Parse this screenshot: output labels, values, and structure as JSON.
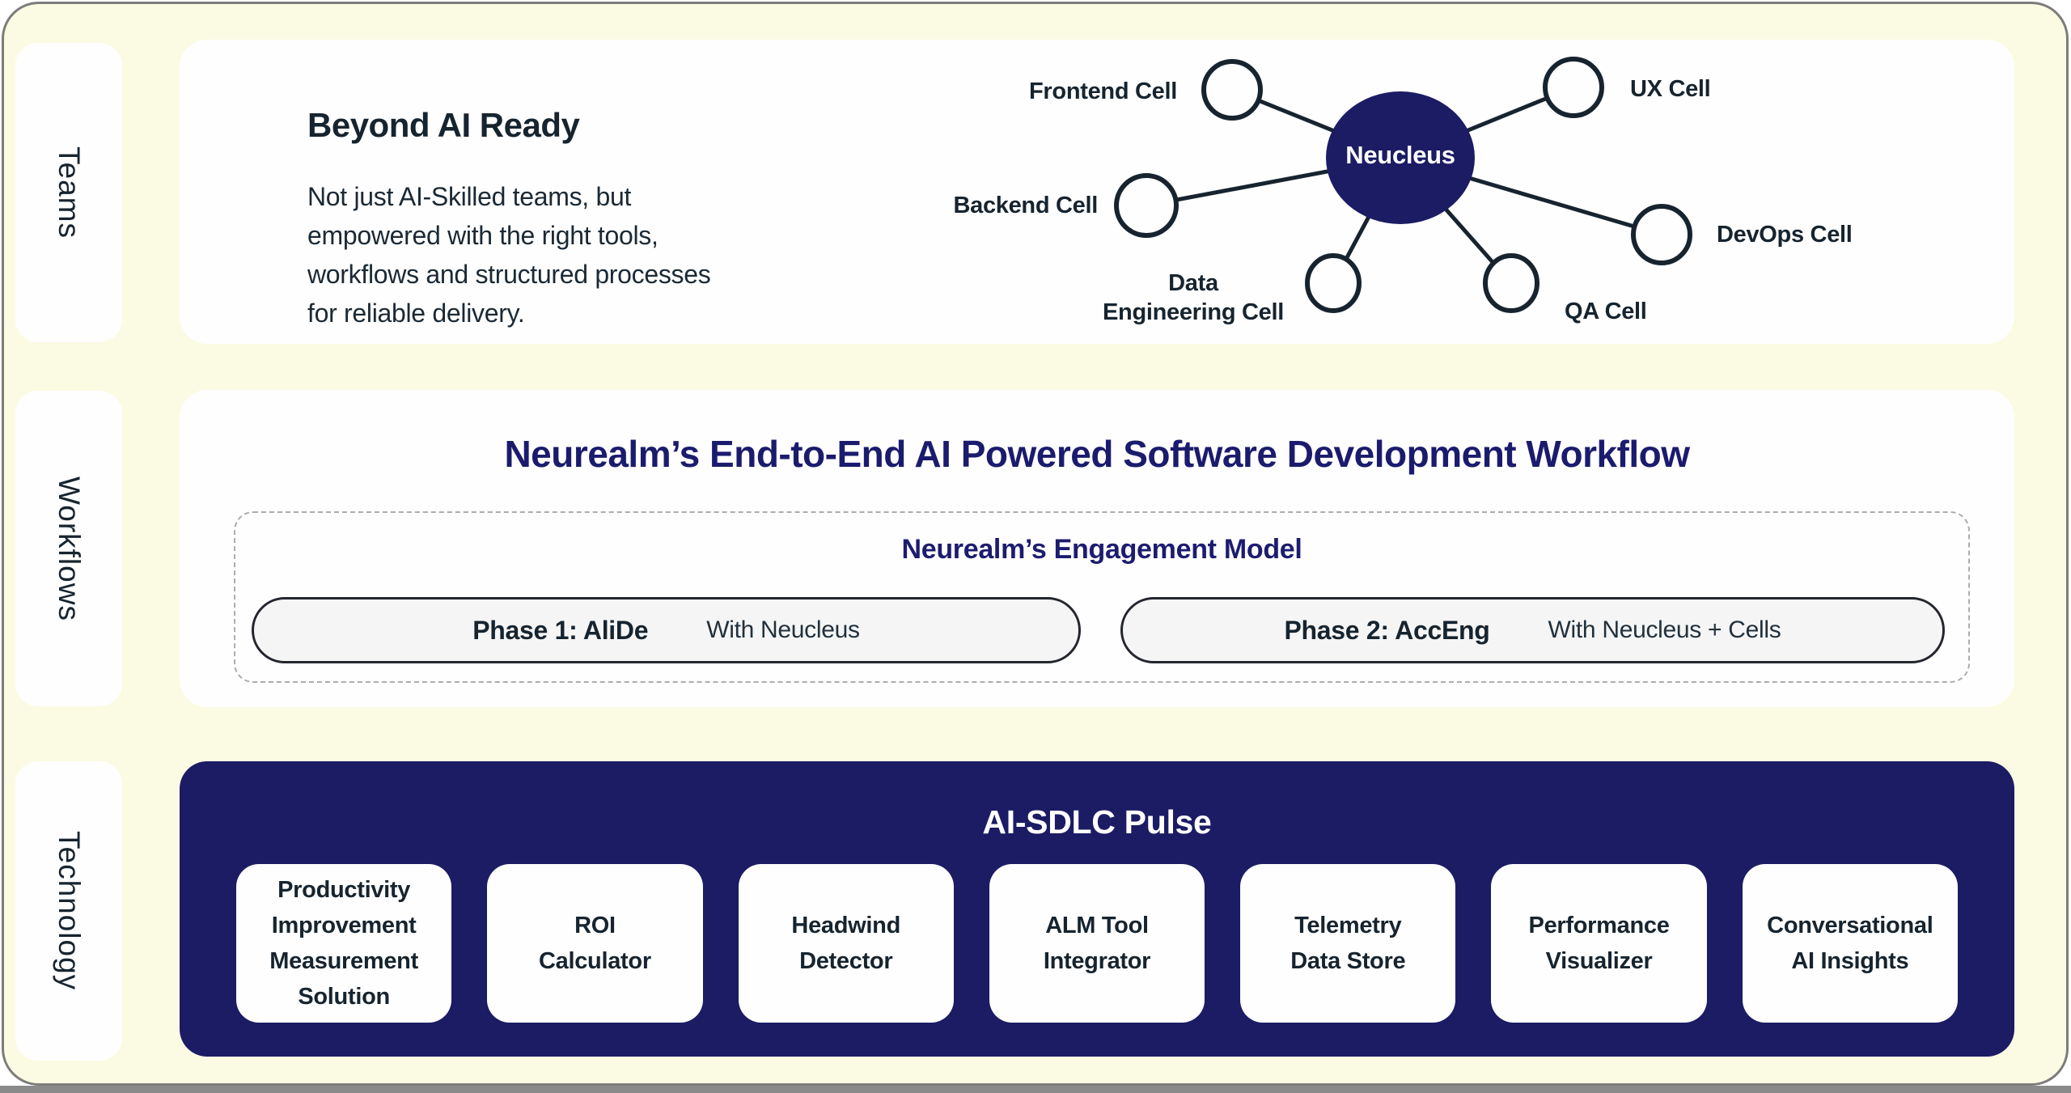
{
  "colors": {
    "background_yellow": "#FBFBE3",
    "panel_white": "#FEFEFE",
    "brand_navy": "#1B1C64",
    "title_navy": "#1B1B6E",
    "ink_dark": "#16242F",
    "pill_background": "#F5F5F5",
    "pill_border": "#24262E",
    "dashed_border": "#ADADAD",
    "frame_border": "#7C7C7C"
  },
  "sidebar": {
    "items": [
      {
        "label": "Teams"
      },
      {
        "label": "Workflows"
      },
      {
        "label": "Technology"
      }
    ]
  },
  "teams": {
    "heading": "Beyond AI Ready",
    "body": "Not just AI-Skilled teams, but\nempowered with the right tools,\nworkflows and structured processes\nfor reliable delivery.",
    "network": {
      "hub_label": "Neucleus",
      "cells": [
        {
          "label": "Frontend Cell"
        },
        {
          "label": "UX Cell"
        },
        {
          "label": "Backend Cell"
        },
        {
          "label": "DevOps Cell"
        },
        {
          "label": "Data\nEngineering Cell"
        },
        {
          "label": "QA Cell"
        }
      ]
    }
  },
  "workflows": {
    "title": "Neurealm’s End-to-End AI Powered Software Development Workflow",
    "engagement": {
      "title": "Neurealm’s Engagement Model",
      "phases": [
        {
          "name": "Phase 1: AliDe",
          "detail": "With Neucleus"
        },
        {
          "name": "Phase 2: AccEng",
          "detail": "With Neucleus + Cells"
        }
      ]
    }
  },
  "technology": {
    "title": "AI-SDLC Pulse",
    "cards": [
      {
        "label": "Productivity\nImprovement\nMeasurement\nSolution"
      },
      {
        "label": "ROI\nCalculator"
      },
      {
        "label": "Headwind\nDetector"
      },
      {
        "label": "ALM Tool\nIntegrator"
      },
      {
        "label": "Telemetry\nData Store"
      },
      {
        "label": "Performance\nVisualizer"
      },
      {
        "label": "Conversational\nAI Insights"
      }
    ]
  }
}
